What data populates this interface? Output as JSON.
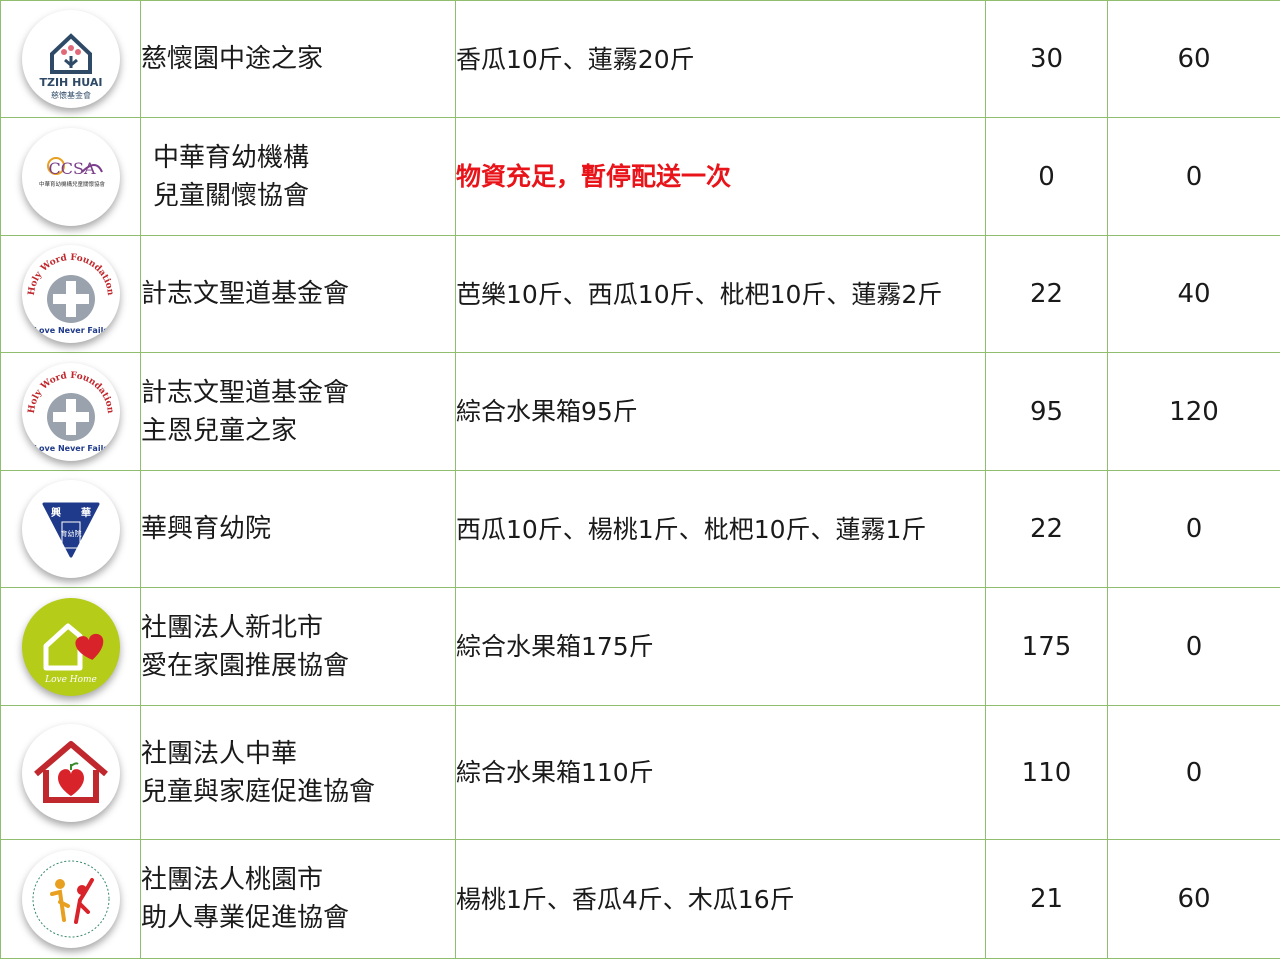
{
  "rows": [
    {
      "logo": {
        "icon": "tzih-huai-logo",
        "text1": "TZIH HUAI",
        "text2": "慈懷基金會"
      },
      "name_l1": "慈懷園中途之家",
      "name_l2": "",
      "items": "香瓜10斤、蓮霧20斤",
      "alert": false,
      "a": "30",
      "b": "60"
    },
    {
      "logo": {
        "icon": "ccsa-logo",
        "text1": "CCSA",
        "text2": "中華育幼機構兒童關懷協會"
      },
      "name_l1": "中華育幼機構",
      "name_l2": "兒童關懷協會",
      "items": "物資充足，暫停配送一次",
      "alert": true,
      "a": "0",
      "b": "0"
    },
    {
      "logo": {
        "icon": "holy-word-logo",
        "text1": "Holy Word Foundation",
        "text2": "Love Never Fails"
      },
      "name_l1": "計志文聖道基金會",
      "name_l2": "",
      "items": "芭樂10斤、西瓜10斤、枇杷10斤、蓮霧2斤",
      "alert": false,
      "a": "22",
      "b": "40"
    },
    {
      "logo": {
        "icon": "holy-word-logo",
        "text1": "Holy Word Foundation",
        "text2": "Love Never Fails"
      },
      "name_l1": "計志文聖道基金會",
      "name_l2": "主恩兒童之家",
      "items": "綜合水果箱95斤",
      "alert": false,
      "a": "95",
      "b": "120"
    },
    {
      "logo": {
        "icon": "hua-hsing-logo",
        "text1": "興",
        "text2": "華",
        "text3": "育幼院"
      },
      "name_l1": "華興育幼院",
      "name_l2": "",
      "items": "西瓜10斤、楊桃1斤、枇杷10斤、蓮霧1斤",
      "alert": false,
      "a": "22",
      "b": "0"
    },
    {
      "logo": {
        "icon": "love-home-logo",
        "text1": "Love Home"
      },
      "name_l1": "社團法人新北市",
      "name_l2": "愛在家園推展協會",
      "items": "綜合水果箱175斤",
      "alert": false,
      "a": "175",
      "b": "0"
    },
    {
      "logo": {
        "icon": "house-heart-logo"
      },
      "name_l1": "社團法人中華",
      "name_l2": "兒童與家庭促進協會",
      "items": "綜合水果箱110斤",
      "alert": false,
      "a": "110",
      "b": "0"
    },
    {
      "logo": {
        "icon": "helping-professions-logo"
      },
      "name_l1": "社團法人桃園市",
      "name_l2": "助人專業促進協會",
      "items": "楊桃1斤、香瓜4斤、木瓜16斤",
      "alert": false,
      "a": "21",
      "b": "60"
    }
  ],
  "colors": {
    "border": "#8fbf6e",
    "alert_text": "#e8141a",
    "love_home_green": "#b5cc18",
    "heart_red": "#d8232a",
    "hua_hsing_blue": "#1f3a8a"
  }
}
